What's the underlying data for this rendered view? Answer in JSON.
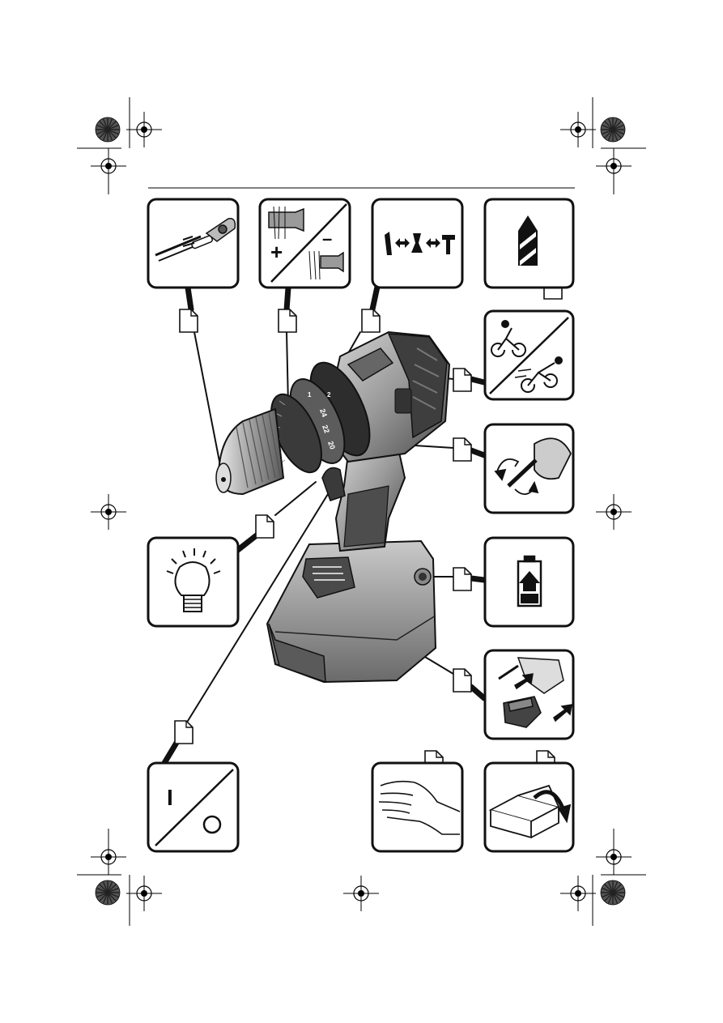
{
  "page": {
    "background": "#ffffff",
    "ink_color": "#1a1a1a",
    "tool_body_color": "#9a9a9a",
    "tool_dark_color": "#3a3a3a"
  },
  "print_marks": {
    "crop_marks": true,
    "registration_targets": "registration-target-icon",
    "color_wheels": "starburst-icon"
  },
  "tool_illustration": {
    "icon": "cordless-drill-icon",
    "torque_ring_numbers": [
      "24",
      "22",
      "20"
    ],
    "gear_selector_numbers": [
      "1",
      "2"
    ]
  },
  "panels": {
    "bit_change": {
      "icon": "bit-change-icon"
    },
    "screw_direction": {
      "icon": "screw-direction-icon",
      "plus_label": "+",
      "minus_label": "–"
    },
    "mode_select": {
      "icon": "mode-select-icon"
    },
    "drill_bit": {
      "icon": "drill-bit-icon"
    },
    "gear_speed": {
      "icon": "bicycle-speed-icon"
    },
    "rotation_direction": {
      "icon": "rotation-arrows-icon"
    },
    "work_light": {
      "icon": "light-bulb-icon"
    },
    "battery_charge": {
      "icon": "battery-charge-icon"
    },
    "battery_swap": {
      "icon": "battery-swap-icon"
    },
    "on_off": {
      "icon": "on-off-icon",
      "on_label": "I"
    },
    "hand_grip": {
      "icon": "hand-icon"
    },
    "packaging": {
      "icon": "box-open-icon"
    }
  },
  "page_refs": {
    "icon": "page-reference-icon",
    "count": 12
  }
}
